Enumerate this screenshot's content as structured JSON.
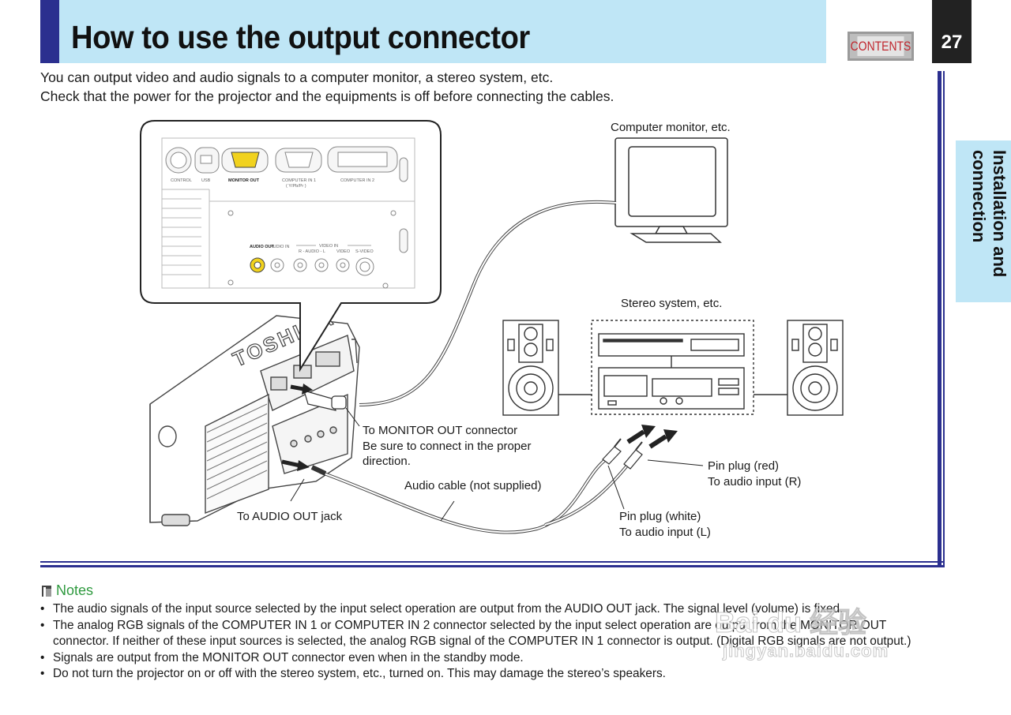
{
  "header": {
    "title": "How to use the output connector",
    "contents_label": "CONTENTS",
    "page_number": "27"
  },
  "side_tab": {
    "label": "Installation and connection"
  },
  "intro": {
    "line1": "You can output video and audio signals to a computer monitor, a stereo system, etc.",
    "line2": "Check that the power for the projector and the equipments is off before connecting the cables."
  },
  "diagram": {
    "monitor_label": "Computer monitor, etc.",
    "stereo_label": "Stereo system, etc.",
    "monitor_out_connector": [
      "To MONITOR OUT connector",
      "Be sure to connect in the proper",
      "direction."
    ],
    "audio_cable": "Audio cable (not supplied)",
    "audio_out_jack": "To AUDIO OUT jack",
    "pin_red": [
      "Pin plug (red)",
      "To audio input (R)"
    ],
    "pin_white": [
      "Pin plug (white)",
      "To audio input (L)"
    ],
    "panel_labels": {
      "control": "CONTROL",
      "usb": "USB",
      "monitor_out": "MONITOR OUT",
      "computer_in_1": "COMPUTER IN 1",
      "computer_in_1_sub": "( Y/Pb/Pr )",
      "computer_in_2": "COMPUTER IN 2",
      "audio_out": "AUDIO OUT",
      "audio_in": "AUDIO IN",
      "video_in": "VIDEO IN",
      "r_audio_l": "R - AUDIO - L",
      "video": "VIDEO",
      "s_video": "S-VIDEO"
    },
    "brand": "TOSHIBA"
  },
  "notes": {
    "title": "Notes",
    "items": [
      "The audio signals of the input source selected by the input select operation are output from the AUDIO OUT jack.  The signal level (volume) is fixed.",
      "The analog RGB signals of the COMPUTER IN 1 or COMPUTER IN 2 connector selected by the input select operation are output from the MONITOR OUT connector. If neither of these input sources is selected, the analog RGB signal of the COMPUTER IN 1 connector is output.  (Digital RGB signals are not output.)",
      "Signals are output from the MONITOR OUT connector even when in the standby mode.",
      "Do not turn the projector on or off with the stereo system, etc., turned on.  This may damage the stereo’s speakers."
    ]
  },
  "watermark": {
    "line1": "Bai du 经验",
    "line2": "jingyan.baidu.com"
  }
}
